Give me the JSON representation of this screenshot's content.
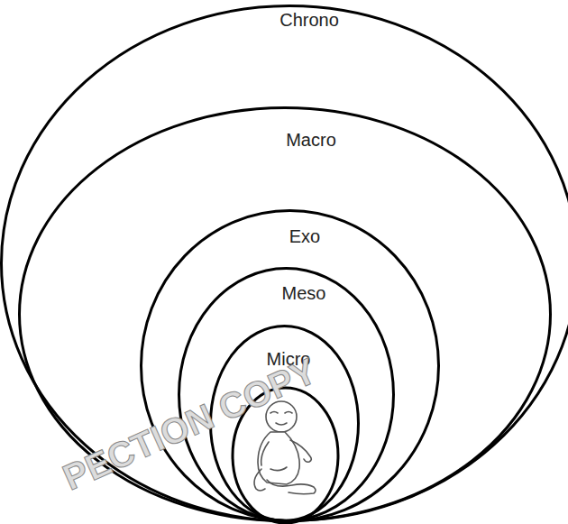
{
  "diagram": {
    "nodes": [
      {
        "text": [
          "Chrono"
        ]
      },
      {
        "text": [
          "Macro"
        ],
        "in": 0
      },
      {
        "text": [
          "Exo"
        ],
        "in": 1
      },
      {
        "text": [
          "Meso"
        ],
        "in": 2
      },
      {
        "text": [
          "Micro"
        ],
        "in": 3
      }
    ],
    "labels": [
      "PECTION COPY"
    ]
  }
}
